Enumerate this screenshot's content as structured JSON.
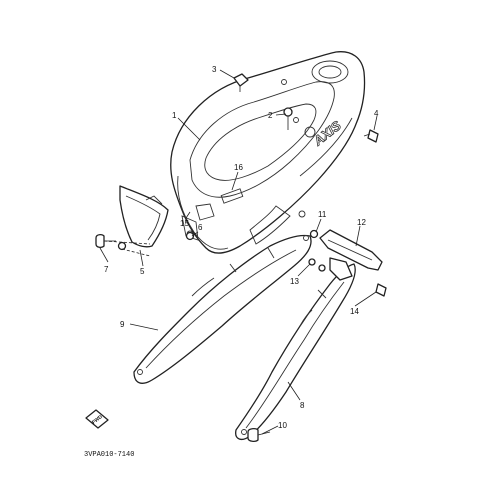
{
  "diagram": {
    "callouts": [
      {
        "id": "c1",
        "text": "1"
      },
      {
        "id": "c2",
        "text": "2"
      },
      {
        "id": "c3",
        "text": "3"
      },
      {
        "id": "c4",
        "text": "4"
      },
      {
        "id": "c5",
        "text": "5"
      },
      {
        "id": "c6",
        "text": "6"
      },
      {
        "id": "c7",
        "text": "7"
      },
      {
        "id": "c8",
        "text": "8"
      },
      {
        "id": "c9",
        "text": "9"
      },
      {
        "id": "c10",
        "text": "10"
      },
      {
        "id": "c11",
        "text": "11"
      },
      {
        "id": "c12",
        "text": "12"
      },
      {
        "id": "c13",
        "text": "13"
      },
      {
        "id": "c14",
        "text": "14"
      },
      {
        "id": "c15",
        "text": "15"
      },
      {
        "id": "c16",
        "text": "16"
      }
    ],
    "logo_text": "AXIS",
    "forward_marker": "FWD",
    "drawing_code": "3VPA010-7140"
  }
}
